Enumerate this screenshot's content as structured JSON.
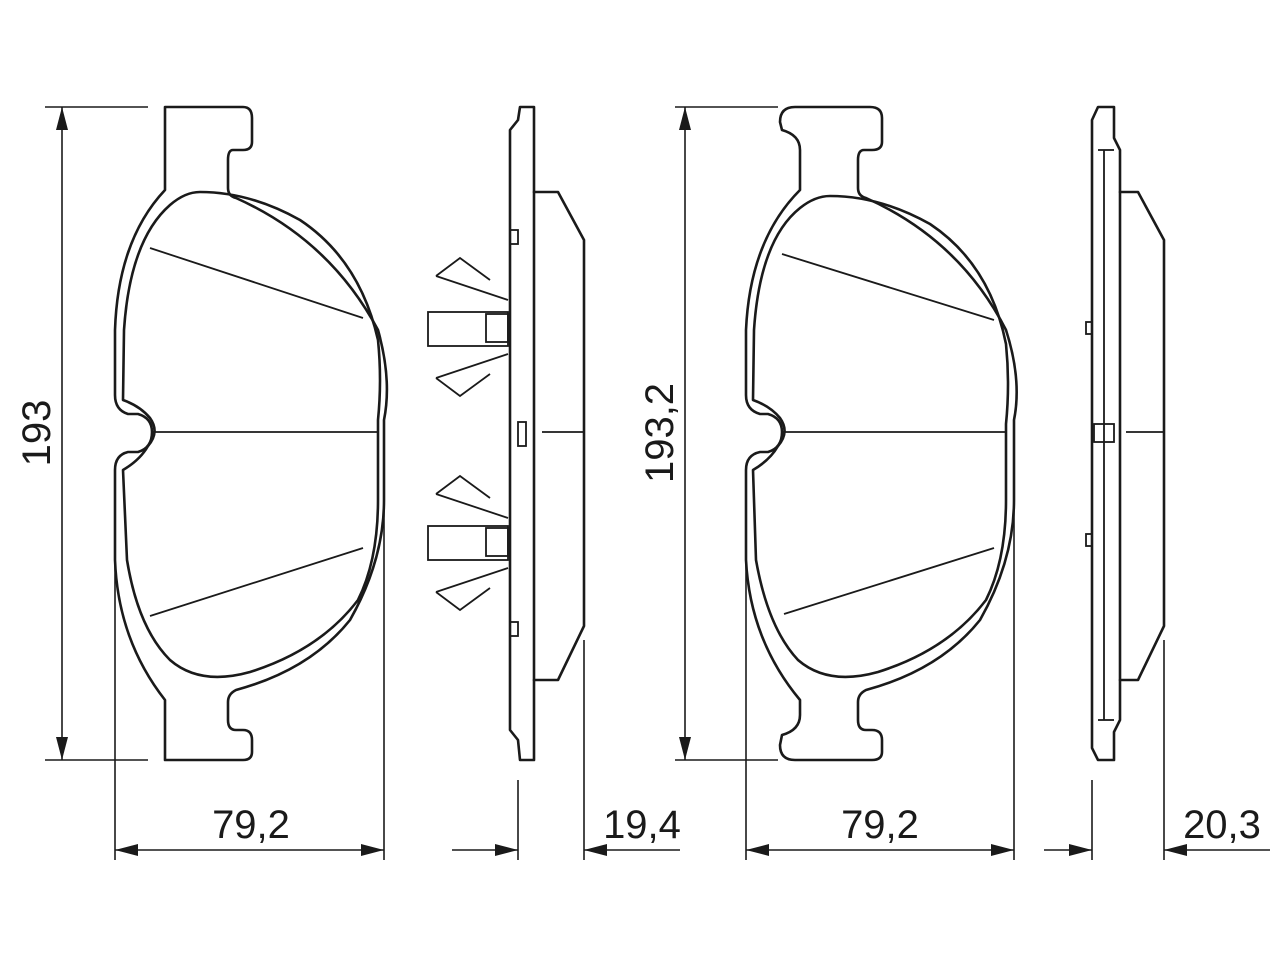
{
  "dimensions": {
    "pad1_height": "193",
    "pad1_width": "79,2",
    "pad1_thickness": "19,4",
    "pad2_height": "193,2",
    "pad2_width": "79,2",
    "pad2_thickness": "20,3"
  }
}
